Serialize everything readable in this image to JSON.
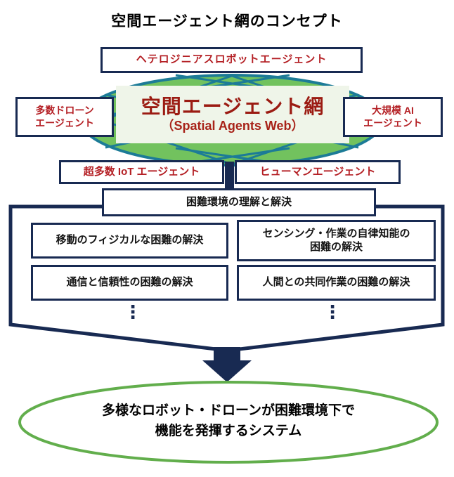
{
  "title": "空間エージェント網のコンセプト",
  "colors": {
    "navy_border": "#182a52",
    "agent_red": "#b41f24",
    "core_dark_red": "#9b1b12",
    "core_ellipse_fill": "#72c25e",
    "core_ellipse_stroke": "#1c7b97",
    "core_box_bg": "#eff5e9",
    "outcome_green": "#62ae4c",
    "text_black": "#141414"
  },
  "core": {
    "name": "空間エージェント網",
    "subtitle": "（Spatial Agents Web）"
  },
  "agents": {
    "heterogeneous": "ヘテロジニアスロボットエージェント",
    "drone_line1": "多数ドローン",
    "drone_line2": "エージェント",
    "ai_line1": "大規模 AI",
    "ai_line2": "エージェント",
    "iot": "超多数 IoT エージェント",
    "human": "ヒューマンエージェント"
  },
  "challenges": {
    "header": "困難環境の理解と解決",
    "items": [
      {
        "label": "移動のフィジカルな困難の解決"
      },
      {
        "label": "センシング・作業の自律知能の困難の解決",
        "line1": "センシング・作業の自律知能の",
        "line2": "困難の解決"
      },
      {
        "label": "通信と信頼性の困難の解決"
      },
      {
        "label": "人間との共同作業の困難の解決"
      }
    ],
    "ellipsis": "⋮"
  },
  "outcome": {
    "line1": "多様なロボット・ドローンが困難環境下で",
    "line2": "機能を発揮するシステム"
  }
}
